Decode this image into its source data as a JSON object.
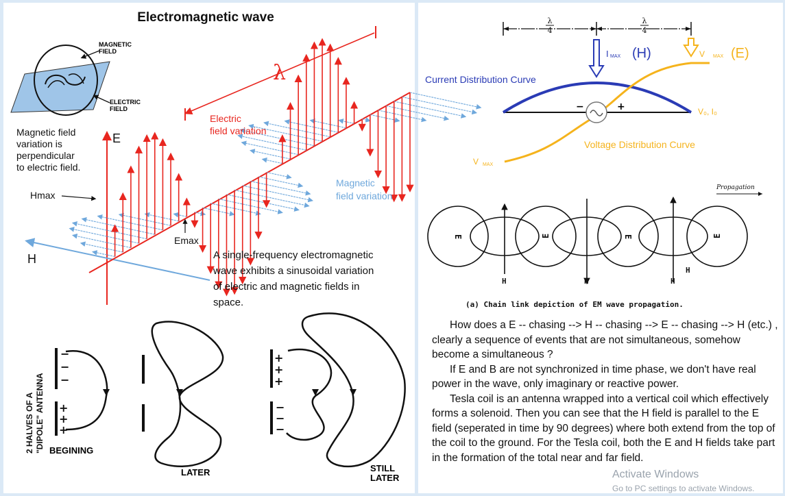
{
  "em_wave": {
    "title": "Electromagnetic wave",
    "inset_magnetic": "MAGNETIC\nFIELD",
    "inset_magnetic_l1": "MAGNETIC",
    "inset_magnetic_l2": "FIELD",
    "inset_electric_l1": "ELECTRIC",
    "inset_electric_l2": "FIELD",
    "side_note": [
      "Magnetic field",
      "variation is",
      "perpendicular",
      "to electric field."
    ],
    "axis_e": "E",
    "axis_h": "H",
    "lambda": "λ",
    "electric_label": [
      "Electric",
      "field variation"
    ],
    "magnetic_label": [
      "Magnetic",
      "field variation"
    ],
    "hmax": "Hmax",
    "emax": "Emax",
    "caption": [
      "A single-frequency electromagnetic",
      "wave exhibits a sinusoidal variation",
      "of electric and magnetic fields in",
      "space."
    ],
    "colors": {
      "electric": "#e8261f",
      "magnetic": "#6fa8dc"
    }
  },
  "dipole": {
    "side_label": [
      "2 HALVES OF A",
      "\"DIPOLE\" ANTENNA"
    ],
    "stage_labels": [
      "BEGINING",
      "LATER",
      "STILL",
      "LATER"
    ],
    "plus": "+",
    "minus": "−"
  },
  "distribution": {
    "quarter": "λ",
    "quarter_den": "4",
    "imax": "I",
    "imax_sub": "MAX",
    "imax_letter": "(H)",
    "vmax": "V",
    "vmax_sub": "MAX",
    "vmax_letter": "(E)",
    "current_curve": "Current Distribution Curve",
    "voltage_curve": "Voltage Distribution Curve",
    "v0i0": "V₀, I₀",
    "vmin": "V",
    "vmin_sub": "MAX",
    "minus": "−",
    "plus": "+",
    "colors": {
      "current": "#2a3bb5",
      "voltage": "#f5b31c"
    }
  },
  "chain": {
    "propagation": "Propagation",
    "caption": "(a) Chain link depiction of EM wave propagation.",
    "e_label": "E",
    "h_label": "H"
  },
  "text": {
    "p1": "How does a E -- chasing --> H -- chasing --> E -- chasing --> H (etc.) , clearly a sequence of events that are not simultaneous, somehow become a simultaneous ?",
    "p2": "If E and B are not synchronized in time phase, we don't have real power in the wave, only imaginary or reactive power.",
    "p3": "Tesla coil is an antenna wrapped into a vertical coil which effectively forms a solenoid. Then you can see that the H field is parallel to the E field (seperated in time by 90 degrees) where both extend from the top of the coil to the ground. For the Tesla coil, both the E and H fields take part in the formation of the total near and far field."
  },
  "watermark": {
    "line1": "Activate Windows",
    "line2": "Go to PC settings to activate Windows."
  }
}
